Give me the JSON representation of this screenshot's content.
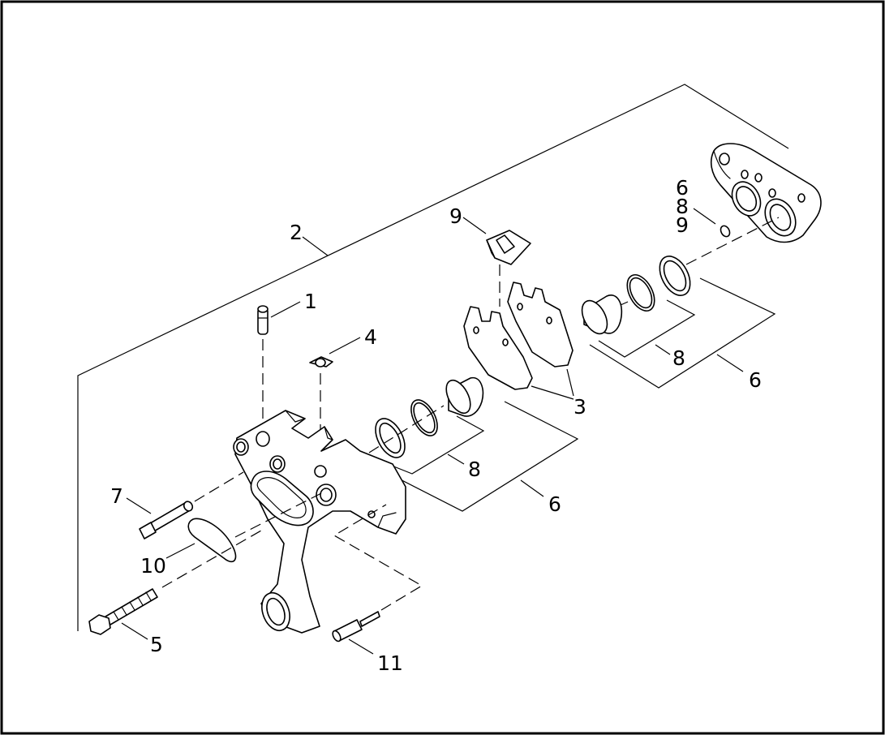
{
  "callouts": {
    "c1": "1",
    "c2": "2",
    "c3": "3",
    "c4": "4",
    "c5": "5",
    "c6a": "6",
    "c6b": "6",
    "c6c": "6",
    "c7": "7",
    "c8a": "8",
    "c8b": "8",
    "c8c": "8",
    "c9a": "9",
    "c9b": "9",
    "c10": "10",
    "c11": "11"
  },
  "colors": {
    "line": "#000000",
    "background": "#ffffff"
  }
}
